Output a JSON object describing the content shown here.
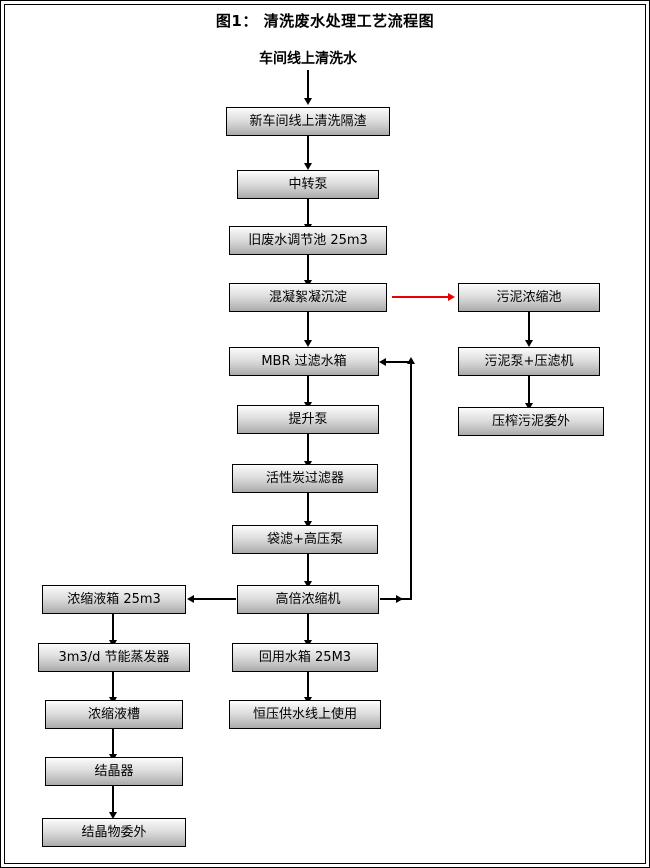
{
  "document": {
    "title": "图1： 清洗废水处理工艺流程图",
    "source_label": "车间线上清洗水"
  },
  "colors": {
    "connector": "#000000",
    "sludge_connector": "#ef0000",
    "box_border": "#000000",
    "box_fill_top": "#fdfdfd",
    "box_fill_bottom": "#aaaaaa",
    "background": "#ffffff"
  },
  "chart_data": {
    "type": "diagram",
    "diagram_kind": "process-flowchart",
    "title": "图1： 清洗废水处理工艺流程图",
    "nodes": [
      {
        "id": "source",
        "label": "车间线上清洗水",
        "shape": "plain-text",
        "column": "main"
      },
      {
        "id": "n1",
        "label": "新车间线上清洗隔渣",
        "shape": "box",
        "column": "main"
      },
      {
        "id": "n2",
        "label": "中转泵",
        "shape": "box",
        "column": "main"
      },
      {
        "id": "n3",
        "label": "旧废水调节池 25m3",
        "shape": "box",
        "column": "main"
      },
      {
        "id": "n4",
        "label": "混凝絮凝沉淀",
        "shape": "box",
        "column": "main"
      },
      {
        "id": "n5",
        "label": "MBR 过滤水箱",
        "shape": "box",
        "column": "main"
      },
      {
        "id": "n6",
        "label": "提升泵",
        "shape": "box",
        "column": "main"
      },
      {
        "id": "n7",
        "label": "活性炭过滤器",
        "shape": "box",
        "column": "main"
      },
      {
        "id": "n8",
        "label": "袋滤+高压泵",
        "shape": "box",
        "column": "main"
      },
      {
        "id": "n9",
        "label": "高倍浓缩机",
        "shape": "box",
        "column": "main"
      },
      {
        "id": "n10",
        "label": "回用水箱 25M3",
        "shape": "box",
        "column": "main"
      },
      {
        "id": "n11",
        "label": "恒压供水线上使用",
        "shape": "box",
        "column": "main"
      },
      {
        "id": "s1",
        "label": "污泥浓缩池",
        "shape": "box",
        "column": "right"
      },
      {
        "id": "s2",
        "label": "污泥泵+压滤机",
        "shape": "box",
        "column": "right"
      },
      {
        "id": "s3",
        "label": "压榨污泥委外",
        "shape": "box",
        "column": "right"
      },
      {
        "id": "c1",
        "label": "浓缩液箱 25m3",
        "shape": "box",
        "column": "left"
      },
      {
        "id": "c2",
        "label": "3m3/d 节能蒸发器",
        "shape": "box",
        "column": "left"
      },
      {
        "id": "c3",
        "label": "浓缩液槽",
        "shape": "box",
        "column": "left"
      },
      {
        "id": "c4",
        "label": "结晶器",
        "shape": "box",
        "column": "left"
      },
      {
        "id": "c5",
        "label": "结晶物委外",
        "shape": "box",
        "column": "left"
      }
    ],
    "edges": [
      {
        "from": "source",
        "to": "n1",
        "direction": "down",
        "color": "#000000"
      },
      {
        "from": "n1",
        "to": "n2",
        "direction": "down",
        "color": "#000000"
      },
      {
        "from": "n2",
        "to": "n3",
        "direction": "down",
        "color": "#000000"
      },
      {
        "from": "n3",
        "to": "n4",
        "direction": "down",
        "color": "#000000"
      },
      {
        "from": "n4",
        "to": "s1",
        "direction": "right",
        "color": "#ef0000"
      },
      {
        "from": "n4",
        "to": "n5",
        "direction": "down",
        "color": "#000000"
      },
      {
        "from": "n5",
        "to": "n6",
        "direction": "down",
        "color": "#000000"
      },
      {
        "from": "n6",
        "to": "n7",
        "direction": "down",
        "color": "#000000"
      },
      {
        "from": "n7",
        "to": "n8",
        "direction": "down",
        "color": "#000000"
      },
      {
        "from": "n8",
        "to": "n9",
        "direction": "down",
        "color": "#000000"
      },
      {
        "from": "n9",
        "to": "c1",
        "direction": "left",
        "color": "#000000"
      },
      {
        "from": "n9",
        "to": "n10",
        "direction": "down",
        "color": "#000000"
      },
      {
        "from": "n9",
        "to": "n5",
        "direction": "recycle-right-up",
        "color": "#000000"
      },
      {
        "from": "n10",
        "to": "n11",
        "direction": "down",
        "color": "#000000"
      },
      {
        "from": "s1",
        "to": "s2",
        "direction": "down",
        "color": "#000000"
      },
      {
        "from": "s2",
        "to": "s3",
        "direction": "down",
        "color": "#000000"
      },
      {
        "from": "c1",
        "to": "c2",
        "direction": "down",
        "color": "#000000"
      },
      {
        "from": "c2",
        "to": "c3",
        "direction": "down",
        "color": "#000000"
      },
      {
        "from": "c3",
        "to": "c4",
        "direction": "down",
        "color": "#000000"
      },
      {
        "from": "c4",
        "to": "c5",
        "direction": "down",
        "color": "#000000"
      }
    ]
  }
}
